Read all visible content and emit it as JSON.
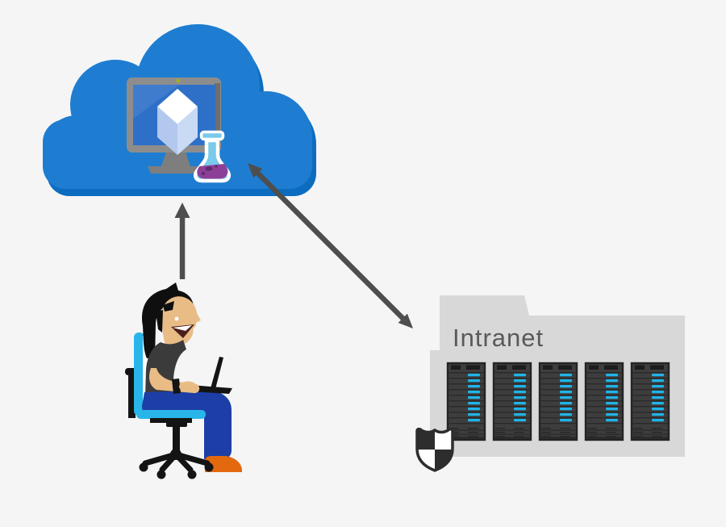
{
  "scene": {
    "description": "Azure DevTest Labs concept diagram: developer at laptop connecting to Azure cloud VM lab, cloud syncing with on-premises intranet server room",
    "background_color": "#f5f5f6"
  },
  "cloud": {
    "icon": "azure-cloud-icon",
    "contains": [
      "virtual-machine-monitor-icon",
      "test-flask-icon"
    ]
  },
  "intranet": {
    "label": "Intranet",
    "server_count": 5,
    "led_rows_per_rack": 9,
    "bottom_rows_per_rack": 3,
    "shield_icon": "security-shield-checkered"
  },
  "developer": {
    "icon": "person-on-office-chair-with-laptop"
  },
  "edges": [
    {
      "from": "developer",
      "to": "cloud",
      "direction": "one-way-up",
      "style": "solid-gray-arrow"
    },
    {
      "from": "cloud",
      "to": "intranet",
      "direction": "two-way",
      "style": "solid-gray-double-arrow"
    }
  ],
  "palette": {
    "bg": "#f5f5f6",
    "cloud_blue": "#1e7dd1",
    "cloud_shadow": "#0c6cc0",
    "frame_gray": "#8d8d8d",
    "frame_dark": "#6e6e6e",
    "stand_gray": "#7e7e7e",
    "screen_blue": "#2e70c8",
    "camera_green": "#a4b307",
    "cube_top": "#ffffff",
    "cube_left": "#b3c8ee",
    "cube_right": "#c9daf5",
    "flask_glass": "#7acae9",
    "flask_liquid": "#8d3f98",
    "flask_liquid_dark": "#5e2a6b",
    "arrow_gray": "#4e4e4e",
    "building_gray": "#d8d8d8",
    "label_gray": "#595959",
    "rack_body": "#3d3d3d",
    "rack_border": "#242424",
    "rack_dark": "#1d1d1d",
    "rack_line": "#2a2a2a",
    "led_cyan": "#20b4e8",
    "shield_dark": "#2d2d2d",
    "hair_black": "#0f0f0f",
    "skin": "#e9bc86",
    "shirt_gray": "#3b3b3b",
    "jeans_blue": "#1c3ea6",
    "shoe_orange": "#e2690e",
    "chair_cyan": "#29b5ea",
    "chair_black": "#141414",
    "mouth_dark": "#4a1f1a",
    "white": "#ffffff"
  }
}
